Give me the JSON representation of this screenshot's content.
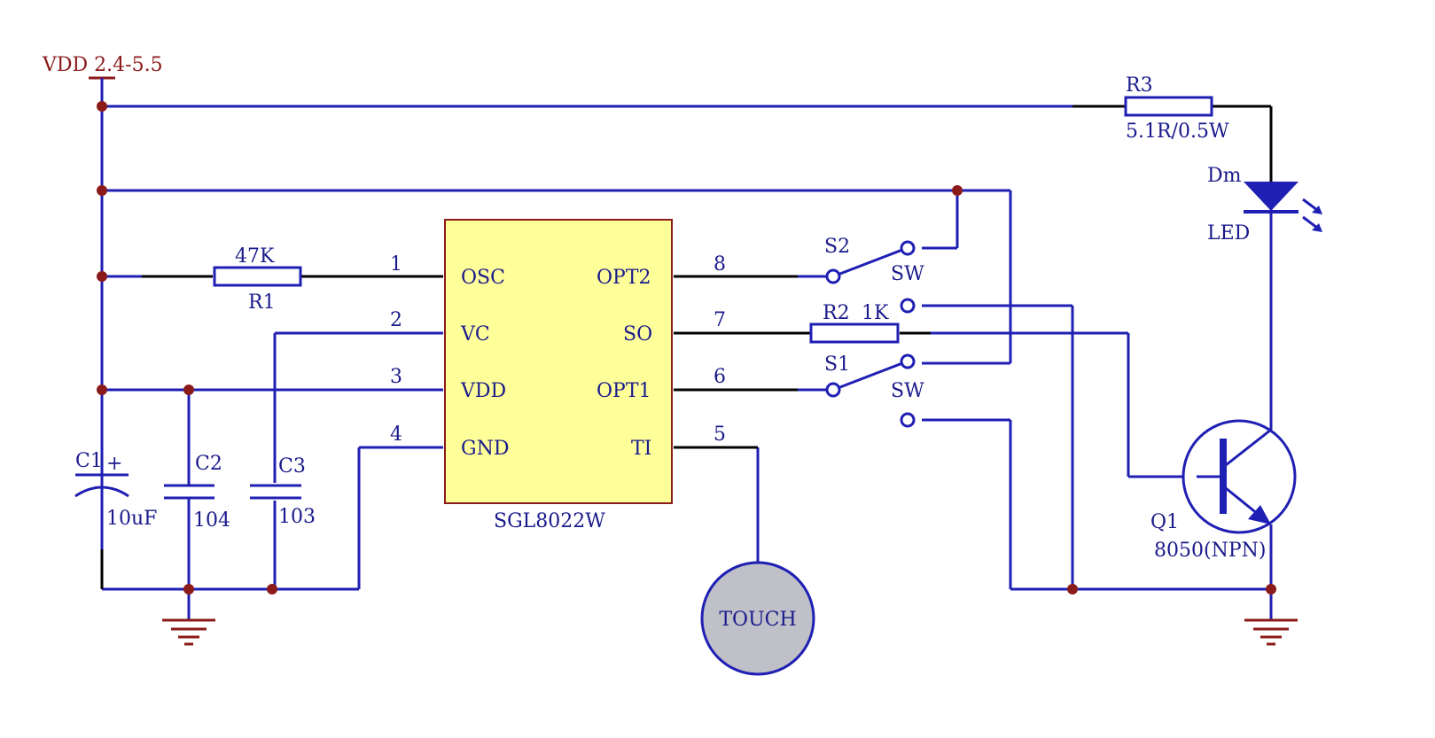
{
  "power": {
    "label": "VDD 2.4-5.5"
  },
  "ic": {
    "name": "SGL8022W",
    "pins": [
      {
        "num": "1",
        "name": "OSC"
      },
      {
        "num": "2",
        "name": "VC"
      },
      {
        "num": "3",
        "name": "VDD"
      },
      {
        "num": "4",
        "name": "GND"
      },
      {
        "num": "8",
        "name": "OPT2"
      },
      {
        "num": "7",
        "name": "SO"
      },
      {
        "num": "6",
        "name": "OPT1"
      },
      {
        "num": "5",
        "name": "TI"
      }
    ]
  },
  "r1": {
    "value": "47K",
    "ref": "R1"
  },
  "r2": {
    "ref": "R2",
    "value": "1K"
  },
  "r3": {
    "ref": "R3",
    "value": "5.1R/0.5W"
  },
  "c1": {
    "ref": "C1",
    "polarity": "+",
    "value": "10uF"
  },
  "c2": {
    "ref": "C2",
    "value": "104"
  },
  "c3": {
    "ref": "C3",
    "value": "103"
  },
  "s1": {
    "ref": "S1",
    "type": "SW"
  },
  "s2": {
    "ref": "S2",
    "type": "SW"
  },
  "led": {
    "ref": "Dm",
    "type": "LED"
  },
  "q1": {
    "ref": "Q1",
    "part": "8050(NPN)"
  },
  "touch": {
    "label": "TOUCH"
  },
  "colors": {
    "wire": "#1f1fb4",
    "black_wire": "#000000",
    "junction": "#8b1a1a",
    "power": "#8b1a1a",
    "ground": "#8b1a1a",
    "ic_fill": "#ffff99",
    "ic_border": "#8b1a1a",
    "touch_fill": "#c0c0c8"
  }
}
